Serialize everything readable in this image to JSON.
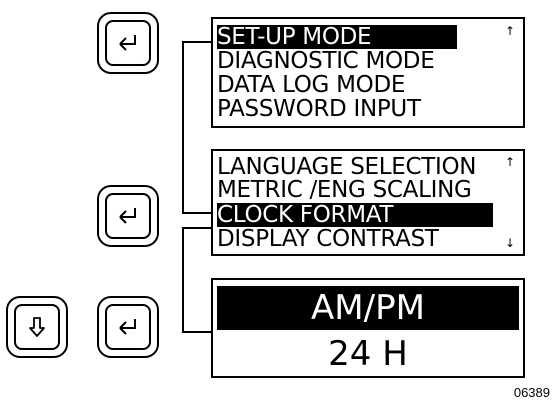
{
  "keys": {
    "enter_top": {
      "icon": "enter-icon"
    },
    "enter_middle": {
      "icon": "enter-icon"
    },
    "enter_bottom": {
      "icon": "enter-icon"
    },
    "down": {
      "icon": "down-arrow-icon"
    }
  },
  "screen1": {
    "lines": [
      "SET-UP MODE",
      "DIAGNOSTIC MODE",
      "DATA LOG MODE",
      "PASSWORD INPUT"
    ],
    "selected_index": 0,
    "scroll_up": "↑"
  },
  "screen2": {
    "lines": [
      "LANGUAGE  SELECTION",
      "METRIC /ENG  SCALING",
      "CLOCK FORMAT",
      "DISPLAY  CONTRAST"
    ],
    "selected_index": 2,
    "scroll_up": "↑",
    "scroll_down": "↓"
  },
  "screen3": {
    "options": [
      "AM/PM",
      "24 H"
    ],
    "selected_index": 0
  },
  "figure_number": "06389"
}
